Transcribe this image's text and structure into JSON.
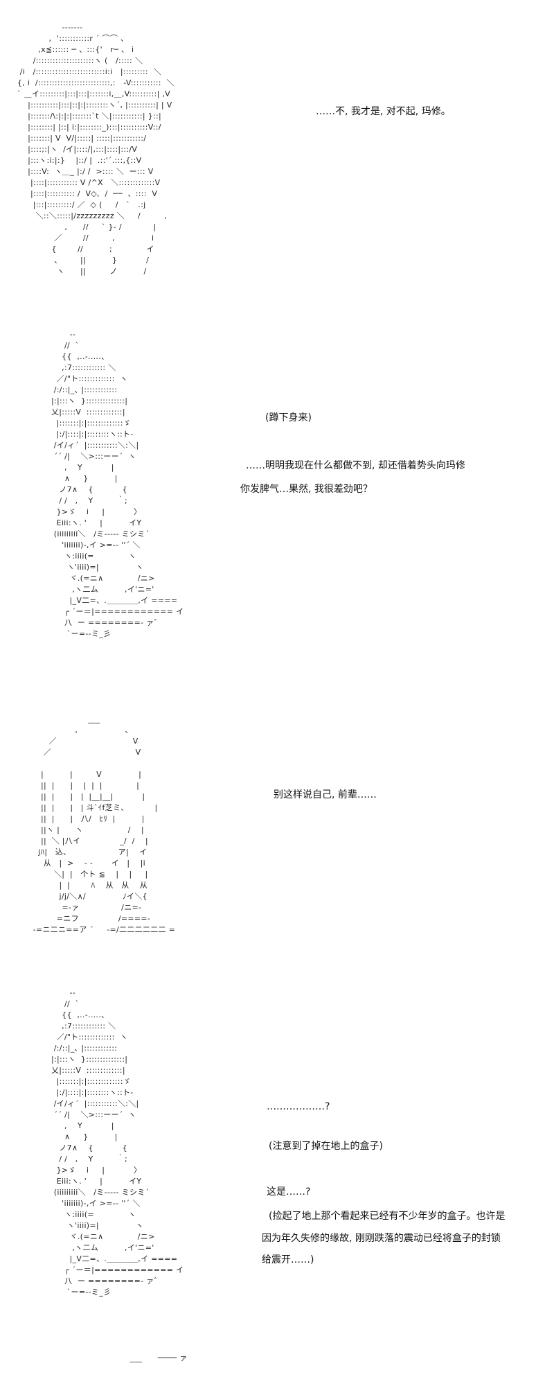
{
  "panels": [
    {
      "art": [
        "                 -------",
        "            ,  ':::::::::::r ´ ⌒⌒ 、",
        "        ,x≦:::::: ─ 、:::{'   r─ 、 i",
        "      /:::::::::::::::::::::ヽ (   /::::: ＼",
        " /i   /:::::::::::::::::::::::::i:i   |:::::::::  ＼",
        "{, i  /::::::::::::::::::::::::::,:   ‐V:::::::::::  ＼",
        "` ＿イ:::::::::|:::|:::|:::::::i,＿,V::::::::::| ,V",
        "    |::::::::::|:::|::|:|::::::::ヽ´, |::::::::::| | V",
        "    |:::::::/\\:|:|:|:::::::`t ＼|:::::::::::| }::|",
        "    |::::::::| |::| i:|::::::::_):::|::::::::::V::/",
        "    |:::::::| V  V/|:::::| :::::|:::::::::::/",
        "    |::::;:|ヽ  /イ|::::/|,:::|::::|:::/V",
        "    |:::ヽ:i:|:}    |::/ |  .::'´.:::,{::V",
        "    |::::V:  ヽ＿_ |:/ /  >:::: ＼  ー::: V",
        "     |::::|::::::::::: V /^X   ＼:::::::::::::V",
        "     |::::|:::::::::: /  V◇,  /  ──  、::::  V",
        "      |:::|:::::::::/ ／  ◇ (     /   `   .:j",
        "       ＼::＼:::::|/zzzzzzzzz ＼     /         ,",
        "                  ,      //     ` }- /            |",
        "              ／        //         ,              i",
        "             {        //          ;             イ",
        "              、       ||          }           /",
        "               ヽ      ||         ノ          /"
      ],
      "lines": [
        "……不, 我才是, 对不起, 玛修。"
      ]
    },
    {
      "art": [
        "            --",
        "          //  ` ",
        "         {{  ,..-.....、",
        "         ,:7:::::::::::: ＼",
        "       ／/\"ト:::::::::::::  ヽ",
        "      /:/::|_､ |::::::::::::",
        "     |:|:::ヽ  }::::::::::::::|",
        "     乂|:::::V  :::::::::::::|",
        "       |:::::::|:|:::::::::::::ゞ",
        "       |:/|::::|:|::::::::ヽ::ト-",
        "      /イ/ィ´  |:::::::::::＼:＼|",
        "      ´´ /|    ＼>:::ーー´  ヽ",
        "          ,    Y           |",
        "          ∧     }          |",
        "        ノ7∧    {           {",
        "        / /   ,    Y         ｀;",
        "       }>ゞ    i     |           〉",
        "       Eiii:ヽ. '     |          イY",
        "      (iiiiiiiii＼   /ミ----- ミシミ´",
        "         'iiiiiii)-,イ >=-‐ ''´ ＼",
        "          ヽ:iiii(=             ヽ",
        "           ヽ'iiii)=|              ヽ",
        "            ヾ.(=ニ∧             /ニ>",
        "             ,ヽ二ム          ,イ'ニ='",
        "            |_V二=、.＿＿＿＿,イ ====",
        "          ┌ ´ー＝|============ イ",
        "          八  ー ========- ァ゛",
        "           `ー=--ミ_彡"
      ],
      "lines": [
        "(蹲下身来)",
        "……明明我现在什么都做不到, 却还借着势头向玛修",
        "你发脾气…果然, 我很差劲吧？"
      ]
    },
    {
      "art": [
        "                       ___",
        "                  ,                  、",
        "        ／                             V",
        "      ／                                V",
        "",
        "     |          |         V              |",
        "     ||  |      |    |  |  |             |",
        "     ||  |      |   |  |__|__|           |",
        "     ||  |      |   | 斗`ｲf芝ミ、          |",
        "     ||  |      |   八/   ﾋﾘ  |          |",
        "     ||ヽ |      ヽ                 /    |",
        "     ||  ＼ |八イ               _/  /    |",
        "    jﾊ|   込、                  ア|    イ",
        "      从   |  >    - -       イ   |    |i",
        "          ＼|  |   个ト ≦    |    |     |",
        "            |  |        ﾊ    从   从    从",
        "            j/j/＼∧/              ﾉイ＼{",
        "             =-ァ                /ニ=-",
        "           =ニフ               /====-",
        "  -=ニ二ニ==ア ´     -=/二二二二二二 ="
      ],
      "lines": [
        "别这样说自己, 前辈……"
      ]
    },
    {
      "art": [
        "            --",
        "          //  ` ",
        "         {{  ,..-.....、",
        "         ,:7:::::::::::: ＼",
        "       ／/\"ト:::::::::::::  ヽ",
        "      /:/::|_､ |::::::::::::",
        "     |:|:::ヽ  }::::::::::::::|",
        "     乂|:::::V  :::::::::::::|",
        "       |:::::::|:|:::::::::::::ゞ",
        "       |:/|::::|:|::::::::ヽ::ト-",
        "      /イ/ィ´  |:::::::::::＼:＼|",
        "      ´´ /|    ＼>:::ーー´  ヽ",
        "          ,    Y           |",
        "          ∧     }          |",
        "        ノ7∧    {           {",
        "        / /   ,    Y         ｀;",
        "       }>ゞ    i     |           〉",
        "       Eiii:ヽ. '     |          イY",
        "      (iiiiiiiii＼   /ミ----- ミシミ´",
        "         'iiiiiii)-,イ >=-‐ ''´ ＼",
        "          ヽ:iiii(=             ヽ",
        "           ヽ'iiii)=|              ヽ",
        "            ヾ.(=ニ∧             /ニ>",
        "             ,ヽ二ム          ,イ'ニ='",
        "            |_V二=、.＿＿＿＿,イ ====",
        "          ┌ ´ー＝|============ イ",
        "          八  ー ========- ァ゛",
        "           `ー=--ミ_彡"
      ],
      "lines": [
        "………………?",
        "(注意到了掉在地上的盒子)",
        "这是……?",
        "(捡起了地上那个看起来已经有不少年岁的盒子。也许是",
        "因为年久失修的缘故, 刚刚跌落的震动已经将盒子的封锁",
        "给震开……)"
      ]
    },
    {
      "art": [
        "  ___      ──── ァ"
      ],
      "lines": []
    }
  ]
}
